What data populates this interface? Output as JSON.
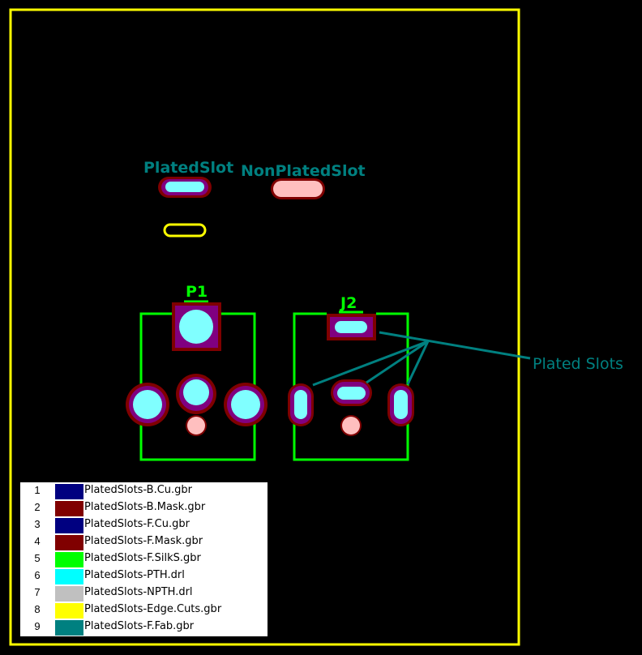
{
  "viewer": {
    "board": {
      "silkscreen_labels": {
        "p1": "P1",
        "j2": "J2"
      },
      "fab_labels": {
        "plated_slot": "PlatedSlot",
        "non_plated_slot": "NonPlatedSlot",
        "plated_slots_callout": "Plated Slots"
      }
    },
    "colors": {
      "edge_cuts": "#FFFF00",
      "silkscreen": "#00FF00",
      "fab": "#008080",
      "mask": "#7F0000",
      "copper": "#800080",
      "pth": "#80FFFF",
      "npth": "#FFBFBF"
    },
    "legend": {
      "layers": [
        {
          "num": "1",
          "name": "PlatedSlots-B.Cu.gbr",
          "color": "#000080"
        },
        {
          "num": "2",
          "name": "PlatedSlots-B.Mask.gbr",
          "color": "#800000"
        },
        {
          "num": "3",
          "name": "PlatedSlots-F.Cu.gbr",
          "color": "#000080"
        },
        {
          "num": "4",
          "name": "PlatedSlots-F.Mask.gbr",
          "color": "#800000"
        },
        {
          "num": "5",
          "name": "PlatedSlots-F.SilkS.gbr",
          "color": "#00FF00"
        },
        {
          "num": "6",
          "name": "PlatedSlots-PTH.drl",
          "color": "#00FFFF"
        },
        {
          "num": "7",
          "name": "PlatedSlots-NPTH.drl",
          "color": "#C0C0C0"
        },
        {
          "num": "8",
          "name": "PlatedSlots-Edge.Cuts.gbr",
          "color": "#FFFF00"
        },
        {
          "num": "9",
          "name": "PlatedSlots-F.Fab.gbr",
          "color": "#008080"
        }
      ]
    }
  }
}
